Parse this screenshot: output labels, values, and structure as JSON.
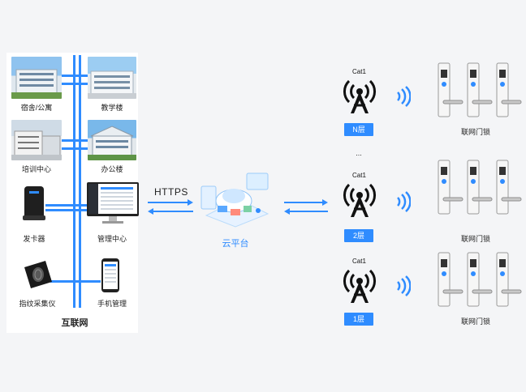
{
  "buildings": {
    "dorm": "宿舍/公寓",
    "teaching": "教学楼",
    "training": "培训中心",
    "office": "办公楼"
  },
  "devices": {
    "card_issuer": "发卡器",
    "management_center": "管理中心",
    "fingerprint": "指纹采集仪",
    "mobile": "手机管理"
  },
  "network_label": "互联网",
  "protocol_label": "HTTPS",
  "cloud_label": "云平台",
  "towers": [
    {
      "cat": "Cat1",
      "floor": "N层"
    },
    {
      "cat": "Cat1",
      "floor": "2层"
    },
    {
      "cat": "Cat1",
      "floor": "1层"
    }
  ],
  "ellipsis": "...",
  "locks_label": "联网门锁",
  "colors": {
    "accent": "#2f8cff",
    "tower": "#111111",
    "background": "#f4f5f7"
  }
}
